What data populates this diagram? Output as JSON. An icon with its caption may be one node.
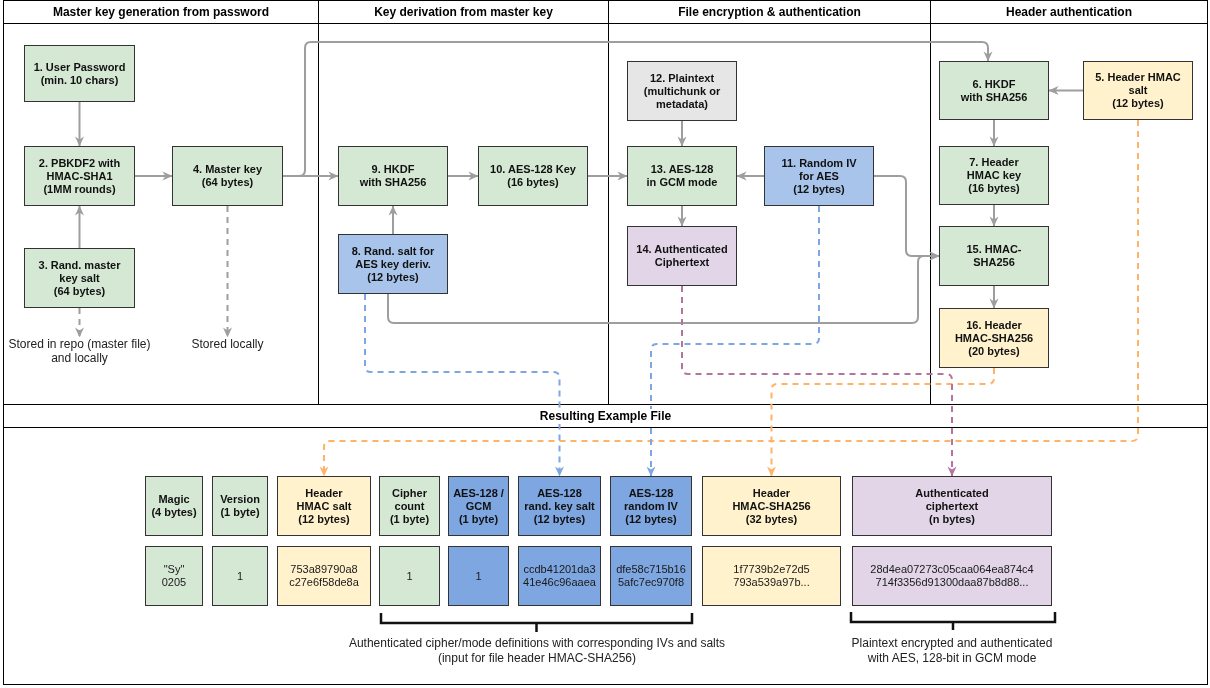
{
  "diagram": {
    "nodes": [
      {
        "text": [
          "Master key generation from password"
        ]
      },
      {
        "text": [
          "1. User Password (min. 10 chars)"
        ],
        "in": 0
      },
      {
        "text": [
          "2. PBKDF2 with HMAC-SHA1 (1MM rounds)"
        ],
        "in": 0
      },
      {
        "text": [
          "4. Master key (64 bytes)"
        ],
        "in": 0
      },
      {
        "text": [
          "3. Rand. master key salt (64 bytes)"
        ],
        "in": 0
      },
      {
        "text": [
          "Stored in repo (master file) and locally"
        ],
        "in": 0
      },
      {
        "text": [
          "Stored locally"
        ],
        "in": 0
      },
      {
        "text": [
          "Key derivation from master key"
        ]
      },
      {
        "text": [
          "9. HKDF with SHA256"
        ],
        "in": 7
      },
      {
        "text": [
          "10. AES-128 Key (16 bytes)"
        ],
        "in": 7
      },
      {
        "text": [
          "8. Rand. salt for AES key deriv. (12 bytes)"
        ],
        "in": 7
      },
      {
        "text": [
          "File encryption & authentication"
        ]
      },
      {
        "text": [
          "12. Plaintext (multichunk or metadata)"
        ],
        "in": 11
      },
      {
        "text": [
          "13. AES-128 in GCM mode"
        ],
        "in": 11
      },
      {
        "text": [
          "11. Random IV for AES (12 bytes)"
        ],
        "in": 11
      },
      {
        "text": [
          "14. Authenticated Ciphertext"
        ],
        "in": 11
      },
      {
        "text": [
          "Header authentication"
        ]
      },
      {
        "text": [
          "6. HKDF with SHA256"
        ],
        "in": 16
      },
      {
        "text": [
          "5. Header HMAC salt (12 bytes)"
        ],
        "in": 16
      },
      {
        "text": [
          "7. Header HMAC key (16 bytes)"
        ],
        "in": 16
      },
      {
        "text": [
          "15. HMAC-SHA256"
        ],
        "in": 16
      },
      {
        "text": [
          "16. Header HMAC-SHA256 (20 bytes)"
        ],
        "in": 16
      },
      {
        "text": [
          "Resulting Example File"
        ]
      },
      {
        "text": [
          "Magic (4 bytes)"
        ],
        "in": 22
      },
      {
        "text": [
          "Version (1 byte)"
        ],
        "in": 22
      },
      {
        "text": [
          "Header HMAC salt (12 bytes)"
        ],
        "in": 22
      },
      {
        "text": [
          "Cipher count (1 byte)"
        ],
        "in": 22
      },
      {
        "text": [
          "AES-128 / GCM (1 byte)"
        ],
        "in": 22
      },
      {
        "text": [
          "AES-128 rand. key salt (12 bytes)"
        ],
        "in": 22
      },
      {
        "text": [
          "AES-128 random IV (12 bytes)"
        ],
        "in": 22
      },
      {
        "text": [
          "Header HMAC-SHA256 (32 bytes)"
        ],
        "in": 22
      },
      {
        "text": [
          "Authenticated ciphertext (n bytes)"
        ],
        "in": 22
      },
      {
        "text": [
          "\"Sy\" 0205"
        ],
        "in": 22
      },
      {
        "text": [
          "1"
        ],
        "in": 22
      },
      {
        "text": [
          "753a89790a8 c27e6f58de8a"
        ],
        "in": 22
      },
      {
        "text": [
          "1"
        ],
        "in": 22
      },
      {
        "text": [
          "1"
        ],
        "in": 22
      },
      {
        "text": [
          "ccdb41201da3 41e46c96aaea"
        ],
        "in": 22
      },
      {
        "text": [
          "dfe58c715b16 5afc7ec970f8"
        ],
        "in": 22
      },
      {
        "text": [
          "1f7739b2e72d5 793a539a97b..."
        ],
        "in": 22
      },
      {
        "text": [
          "28d4ea07273c05caa064ea874c4 714f3356d91300daa87b8d88..."
        ],
        "in": 22
      }
    ],
    "edges": [
      {
        "from": 1,
        "to": 2,
        "arrow": "to"
      },
      {
        "from": 4,
        "to": 2,
        "arrow": "to"
      },
      {
        "from": 2,
        "to": 3,
        "arrow": "to"
      },
      {
        "from": 4,
        "to": 5,
        "arrow": "to",
        "style": "dashed"
      },
      {
        "from": 3,
        "to": 6,
        "arrow": "to",
        "style": "dashed"
      },
      {
        "from": 3,
        "to": 8,
        "arrow": "to"
      },
      {
        "from": 3,
        "to": 17,
        "arrow": "to"
      },
      {
        "from": 10,
        "to": 8,
        "arrow": "to"
      },
      {
        "from": 8,
        "to": 9,
        "arrow": "to"
      },
      {
        "from": 9,
        "to": 13,
        "arrow": "to"
      },
      {
        "from": 12,
        "to": 13,
        "arrow": "to"
      },
      {
        "from": 14,
        "to": 13,
        "arrow": "to"
      },
      {
        "from": 13,
        "to": 15,
        "arrow": "to"
      },
      {
        "from": 18,
        "to": 17,
        "arrow": "to"
      },
      {
        "from": 17,
        "to": 19,
        "arrow": "to"
      },
      {
        "from": 19,
        "to": 20,
        "arrow": "to"
      },
      {
        "from": 20,
        "to": 21,
        "arrow": "to"
      },
      {
        "from": 14,
        "to": 20,
        "arrow": "to"
      },
      {
        "from": 10,
        "to": 20,
        "arrow": "to"
      },
      {
        "from": 18,
        "to": 25,
        "arrow": "to",
        "style": "dashed",
        "color": "#ffb366"
      },
      {
        "from": 10,
        "to": 28,
        "arrow": "to",
        "style": "dashed",
        "color": "#7ea6e0"
      },
      {
        "from": 14,
        "to": 29,
        "arrow": "to",
        "style": "dashed",
        "color": "#7ea6e0"
      },
      {
        "from": 21,
        "to": 30,
        "arrow": "to",
        "style": "dashed",
        "color": "#ffb366"
      },
      {
        "from": 15,
        "to": 31,
        "arrow": "to",
        "style": "dashed",
        "color": "#b5739d"
      }
    ],
    "labels": [
      "Authenticated cipher/mode definitions with corresponding IVs and salts (input for file header HMAC-SHA256)",
      "Plaintext encrypted and authenticated with AES, 128-bit in GCM mode"
    ]
  }
}
